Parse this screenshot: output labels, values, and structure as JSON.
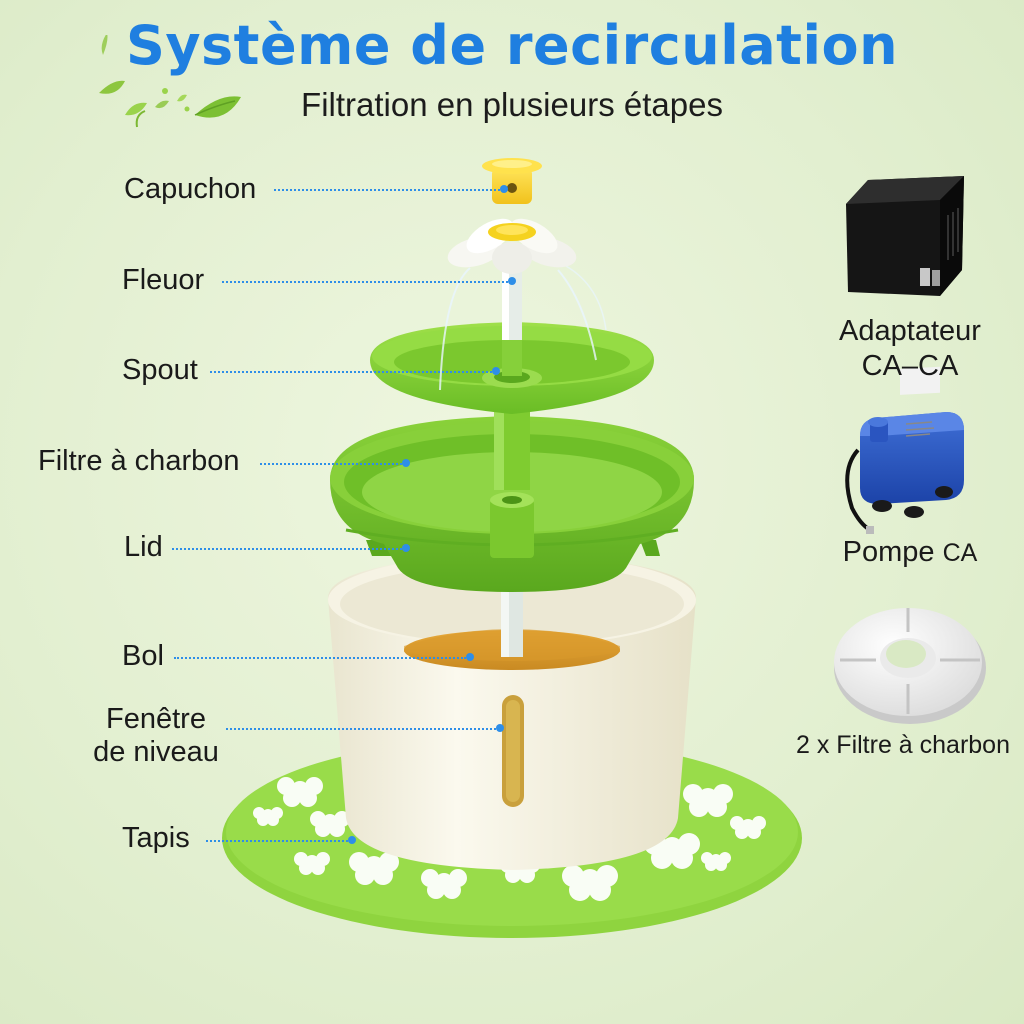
{
  "header": {
    "title": "Système de recirculation",
    "subtitle": "Filtration en plusieurs étapes"
  },
  "parts": {
    "capuchon": "Capuchon",
    "fleuor": "Fleuor",
    "spout": "Spout",
    "filtre": "Filtre à charbon",
    "lid": "Lid",
    "bol": "Bol",
    "fenetre_line1": "Fenêtre",
    "fenetre_line2": "de niveau",
    "tapis": "Tapis"
  },
  "accessories": {
    "adapter_line1": "Adaptateur",
    "adapter_line2": "CA–CA",
    "pump_main": "Pompe",
    "pump_suffix": "CA",
    "filter_pack": "2 x Filtre à charbon"
  },
  "colors": {
    "title_blue": "#1f7fe0",
    "leader_blue": "#2e8ee8",
    "green": "#7ccc2c",
    "cream": "#f4f1e3"
  },
  "icons": [
    "leaf-icon",
    "power-adapter-icon",
    "pump-icon",
    "charcoal-filter-icon"
  ]
}
